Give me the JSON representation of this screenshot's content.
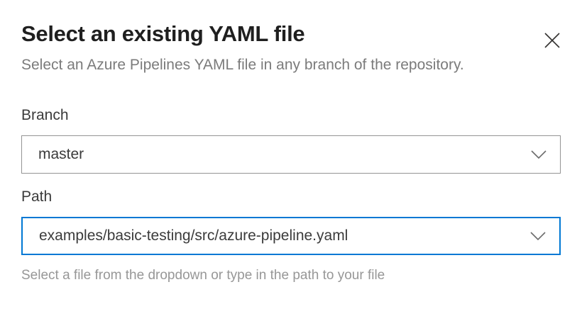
{
  "dialog": {
    "title": "Select an existing YAML file",
    "subtitle": "Select an Azure Pipelines YAML file in any branch of the repository.",
    "close_icon": "close-x"
  },
  "form": {
    "branch": {
      "label": "Branch",
      "value": "master",
      "dropdown_icon": "chevron-down"
    },
    "path": {
      "label": "Path",
      "value": "examples/basic-testing/src/azure-pipeline.yaml",
      "dropdown_icon": "chevron-down",
      "focused": true,
      "helper": "Select a file from the dropdown or type in the path to your file"
    }
  },
  "colors": {
    "accent_focus_border": "#0078d4",
    "default_border": "#949494",
    "title_text": "#1f1f1f",
    "subtitle_text": "#7b7b7b",
    "label_text": "#3b3b3b",
    "helper_text": "#979797",
    "background": "#ffffff"
  }
}
